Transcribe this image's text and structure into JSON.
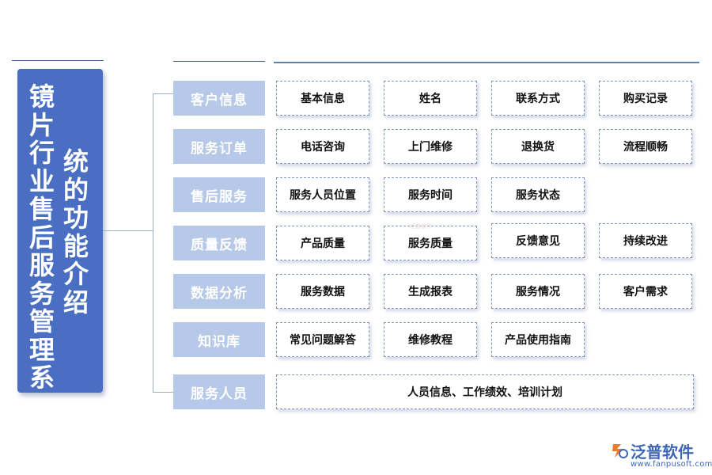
{
  "title": {
    "column1": "镜片行业售后服务管理系",
    "column2": "统的功能介绍"
  },
  "rows": [
    {
      "category": "客户信息",
      "items": [
        "基本信息",
        "姓名",
        "联系方式",
        "购买记录"
      ]
    },
    {
      "category": "服务订单",
      "items": [
        "电话咨询",
        "上门维修",
        "退换货",
        "流程顺畅"
      ]
    },
    {
      "category": "售后服务",
      "items": [
        "服务人员位置",
        "服务时间",
        "服务状态"
      ]
    },
    {
      "category": "质量反馈",
      "items": [
        "产品质量",
        "服务质量",
        "反馈意见",
        "持续改进"
      ]
    },
    {
      "category": "数据分析",
      "items": [
        "服务数据",
        "生成报表",
        "服务情况",
        "客户需求"
      ]
    },
    {
      "category": "知识库",
      "items": [
        "常见问题解答",
        "维修教程",
        "产品使用指南"
      ]
    },
    {
      "category": "服务人员",
      "items": [
        "人员信息、工作绩效、培训计划"
      ]
    }
  ],
  "watermark": "泛普软件",
  "logo": {
    "name": "泛普软件",
    "url": "www.fanpusoft.com",
    "icon": "fanpu-logo-icon"
  },
  "colors": {
    "title_panel": "#4a6fc2",
    "category_bg": "#b7c9e8",
    "item_border": "#8296bd",
    "brand": "#3f67b3"
  }
}
